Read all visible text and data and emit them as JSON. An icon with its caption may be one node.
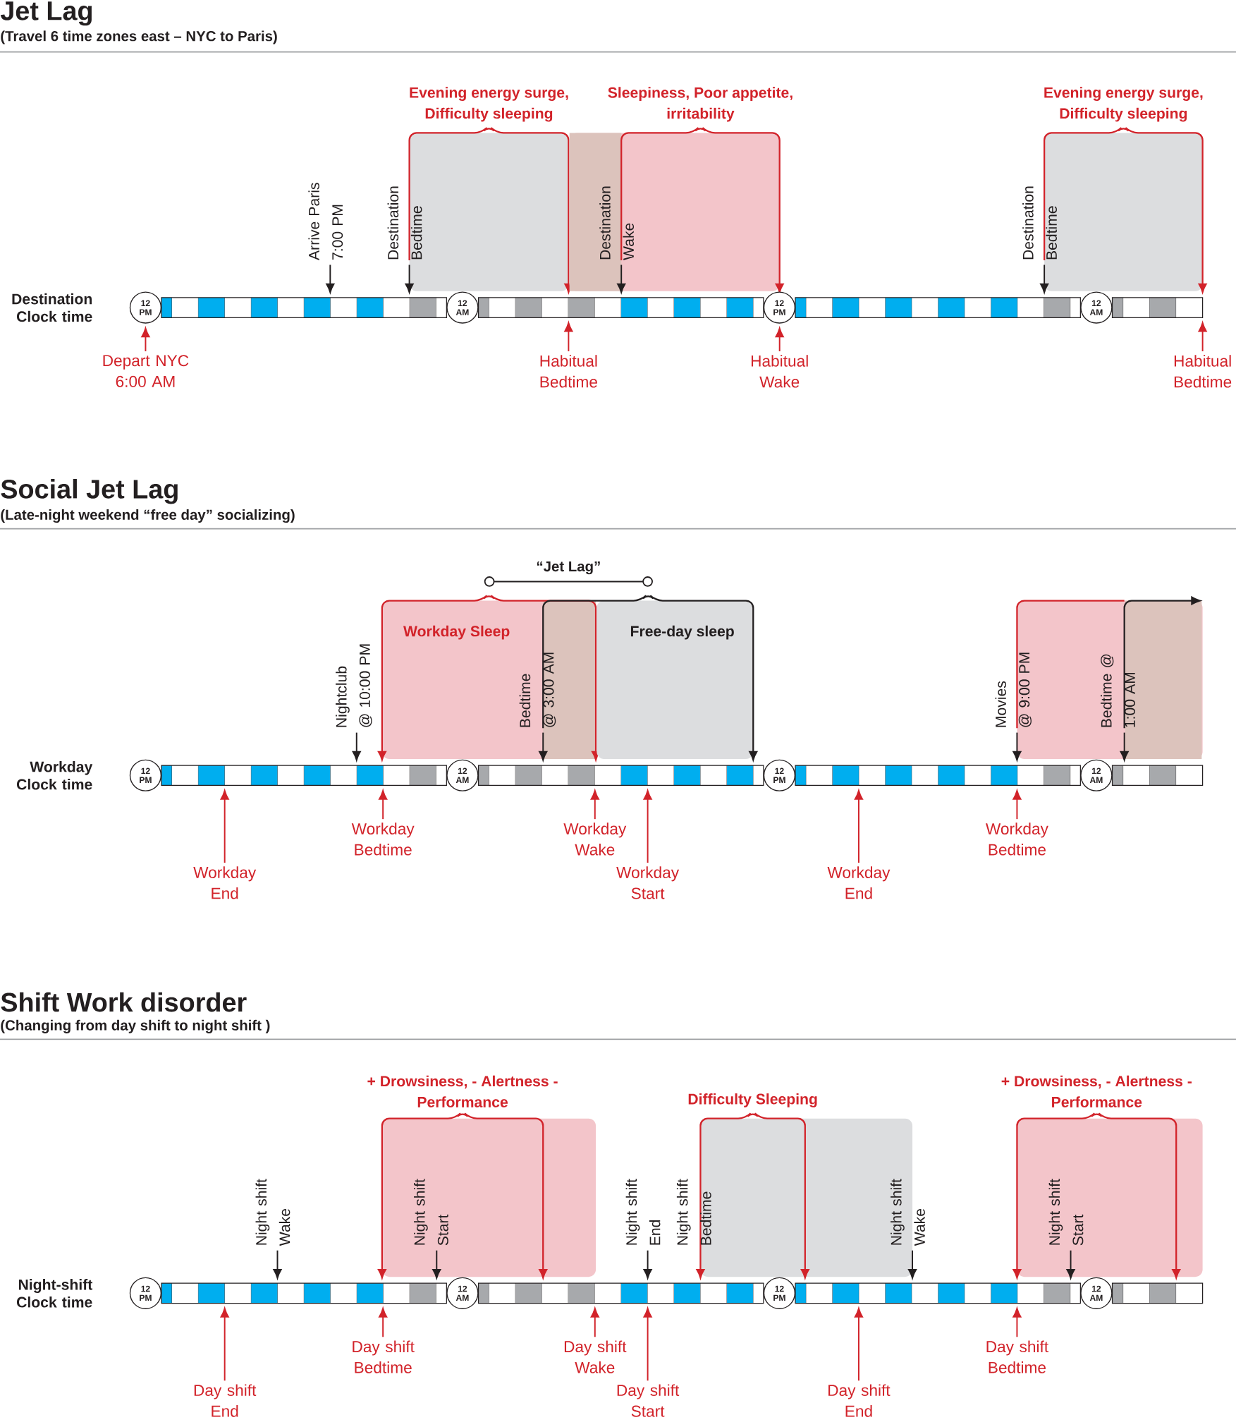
{
  "diagram": {
    "nodes": [
      {
        "text": [
          "Evening energy surge, Difficulty sleeping"
        ]
      },
      {
        "text": [
          "Sleepiness, Poor appetite, irritability"
        ]
      },
      {
        "text": [
          "Evening energy surge, Difficulty sleeping"
        ]
      },
      {
        "text": [
          "Arrive Paris",
          "7:00 PM"
        ]
      },
      {
        "text": [
          "Destination Bedtime"
        ]
      },
      {
        "text": [
          "Destination Wake"
        ],
        "in": 1
      },
      {
        "text": [
          "Destination Bedtime"
        ]
      },
      {
        "text": [],
        "shape": "bar"
      },
      {
        "text": [
          "12 PM"
        ]
      },
      {
        "text": [
          "12 AM"
        ]
      },
      {
        "text": [
          "12 PM"
        ]
      },
      {
        "text": [
          "12 AM"
        ]
      },
      {
        "text": [
          "Depart NYC",
          "6:00 AM"
        ]
      },
      {
        "text": [
          "Habitual Bedtime"
        ]
      },
      {
        "text": [
          "Habitual Wake"
        ]
      },
      {
        "text": [
          "Habitual Bedtime"
        ]
      },
      {
        "text": [
          "Workday Sleep"
        ]
      },
      {
        "text": [
          "Free-day sleep"
        ]
      },
      {
        "text": [
          "Nightclub",
          "@ 10:00 PM"
        ]
      },
      {
        "text": [
          "Bedtime",
          "@ 3:00 AM"
        ],
        "in": 16
      },
      {
        "text": [],
        "shape": "box"
      },
      {
        "text": [],
        "shape": "box",
        "in": 20
      },
      {
        "text": [
          "Movies",
          "@ 9:00 PM"
        ]
      },
      {
        "text": [
          "Bedtime @",
          "1:00 AM"
        ],
        "in": 20
      },
      {
        "text": [],
        "shape": "bar"
      },
      {
        "text": [
          "12 PM"
        ]
      },
      {
        "text": [
          "12 AM"
        ]
      },
      {
        "text": [
          "12 PM"
        ]
      },
      {
        "text": [
          "12 AM"
        ]
      },
      {
        "text": [
          "Workday End"
        ]
      },
      {
        "text": [
          "Workday Bedtime"
        ]
      },
      {
        "text": [
          "Workday Wake"
        ]
      },
      {
        "text": [
          "Workday Start"
        ]
      },
      {
        "text": [
          "Workday End"
        ]
      },
      {
        "text": [
          "Workday Bedtime"
        ]
      },
      {
        "text": [
          "+ Drowsiness, - Alertness - Performance"
        ]
      },
      {
        "text": [
          "Difficulty Sleeping"
        ]
      },
      {
        "text": [
          "+ Drowsiness, - Alertness - Performance"
        ]
      },
      {
        "text": [
          "Night shift Wake"
        ]
      },
      {
        "text": [
          "Night shift Start"
        ],
        "in": 35
      },
      {
        "text": [
          "Night shift End"
        ]
      },
      {
        "text": [
          "Night shift Bedtime"
        ]
      },
      {
        "text": [
          "Night shift Wake"
        ]
      },
      {
        "text": [
          "Night shift Start"
        ],
        "in": 37
      },
      {
        "text": [],
        "shape": "bar"
      },
      {
        "text": [
          "12 PM"
        ]
      },
      {
        "text": [
          "12 AM"
        ]
      },
      {
        "text": [
          "12 PM"
        ]
      },
      {
        "text": [
          "12 AM"
        ]
      },
      {
        "text": [
          "Day shift End"
        ]
      },
      {
        "text": [
          "Day shift Bedtime"
        ]
      },
      {
        "text": [
          "Day shift Wake"
        ]
      },
      {
        "text": [
          "Day shift Start"
        ]
      },
      {
        "text": [
          "Day shift End"
        ]
      },
      {
        "text": [
          "Day shift Bedtime"
        ]
      }
    ],
    "edges": [
      {
        "from": 3,
        "to": 7,
        "arrow": "to",
        "color": "#231f20"
      },
      {
        "from": 4,
        "to": 7,
        "arrow": "to",
        "color": "#231f20"
      },
      {
        "from": 5,
        "to": 7,
        "arrow": "to",
        "color": "#231f20"
      },
      {
        "from": 6,
        "to": 7,
        "arrow": "to",
        "color": "#231f20"
      },
      {
        "from": 12,
        "to": 7,
        "arrow": "to"
      },
      {
        "from": 13,
        "to": 7,
        "arrow": "to"
      },
      {
        "from": 14,
        "to": 7,
        "arrow": "to"
      },
      {
        "from": 15,
        "to": 7,
        "arrow": "to"
      },
      {
        "from": 18,
        "to": 24,
        "arrow": "to",
        "color": "#231f20"
      },
      {
        "from": 19,
        "to": 24,
        "arrow": "to",
        "color": "#231f20"
      },
      {
        "from": 22,
        "to": 24,
        "arrow": "to",
        "color": "#231f20"
      },
      {
        "from": 23,
        "to": 24,
        "arrow": "to",
        "color": "#231f20"
      },
      {
        "from": 29,
        "to": 24,
        "arrow": "to"
      },
      {
        "from": 30,
        "to": 24,
        "arrow": "to"
      },
      {
        "from": 31,
        "to": 24,
        "arrow": "to"
      },
      {
        "from": 32,
        "to": 24,
        "arrow": "to"
      },
      {
        "from": 33,
        "to": 24,
        "arrow": "to"
      },
      {
        "from": 34,
        "to": 24,
        "arrow": "to"
      },
      {
        "from": 38,
        "to": 44,
        "arrow": "to",
        "color": "#231f20"
      },
      {
        "from": 39,
        "to": 44,
        "arrow": "to",
        "color": "#231f20"
      },
      {
        "from": 40,
        "to": 44,
        "arrow": "to",
        "color": "#231f20"
      },
      {
        "from": 42,
        "to": 44,
        "arrow": "to",
        "color": "#231f20"
      },
      {
        "from": 43,
        "to": 44,
        "arrow": "to",
        "color": "#231f20"
      },
      {
        "from": 49,
        "to": 44,
        "arrow": "to"
      },
      {
        "from": 50,
        "to": 44,
        "arrow": "to"
      },
      {
        "from": 51,
        "to": 44,
        "arrow": "to"
      },
      {
        "from": 52,
        "to": 44,
        "arrow": "to"
      },
      {
        "from": 53,
        "to": 44,
        "arrow": "to"
      },
      {
        "from": 54,
        "to": 44,
        "arrow": "to"
      }
    ],
    "labels": [
      "Jet Lag",
      "(Travel 6 time zones east – NYC to Paris)",
      "Destination Clock time",
      "Social Jet Lag",
      "(Late-night weekend “free day” socializing)",
      "“Jet Lag”",
      "Workday Clock time",
      "Shift Work disorder",
      "(Changing from day shift to night shift )",
      "Night-shift Clock time"
    ]
  }
}
